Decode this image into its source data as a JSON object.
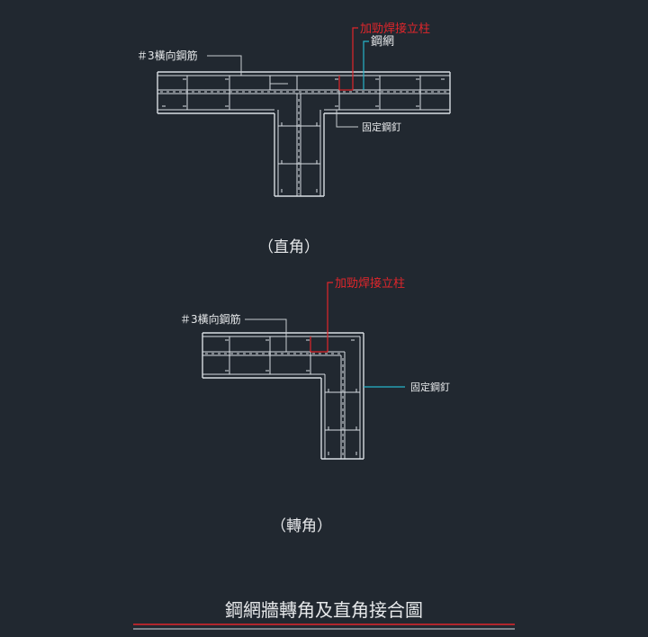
{
  "colors": {
    "background": "#212830",
    "line": "#d8dde2",
    "red_accent": "#e0262b",
    "cyan_accent": "#27b5c9",
    "text": "#e6e8ea"
  },
  "diagram_top": {
    "label_reinforced_post": "加勁焊接立柱",
    "label_mesh": "鋼網",
    "label_rebar": "＃3橫向鋼筋",
    "label_nail": "固定鋼釘",
    "caption": "（直角）"
  },
  "diagram_bottom": {
    "label_reinforced_post": "加勁焊接立柱",
    "label_rebar": "＃3橫向鋼筋",
    "label_nail": "固定鋼釘",
    "caption": "（轉角）"
  },
  "footer": {
    "title": "鋼網牆轉角及直角接合圖"
  }
}
